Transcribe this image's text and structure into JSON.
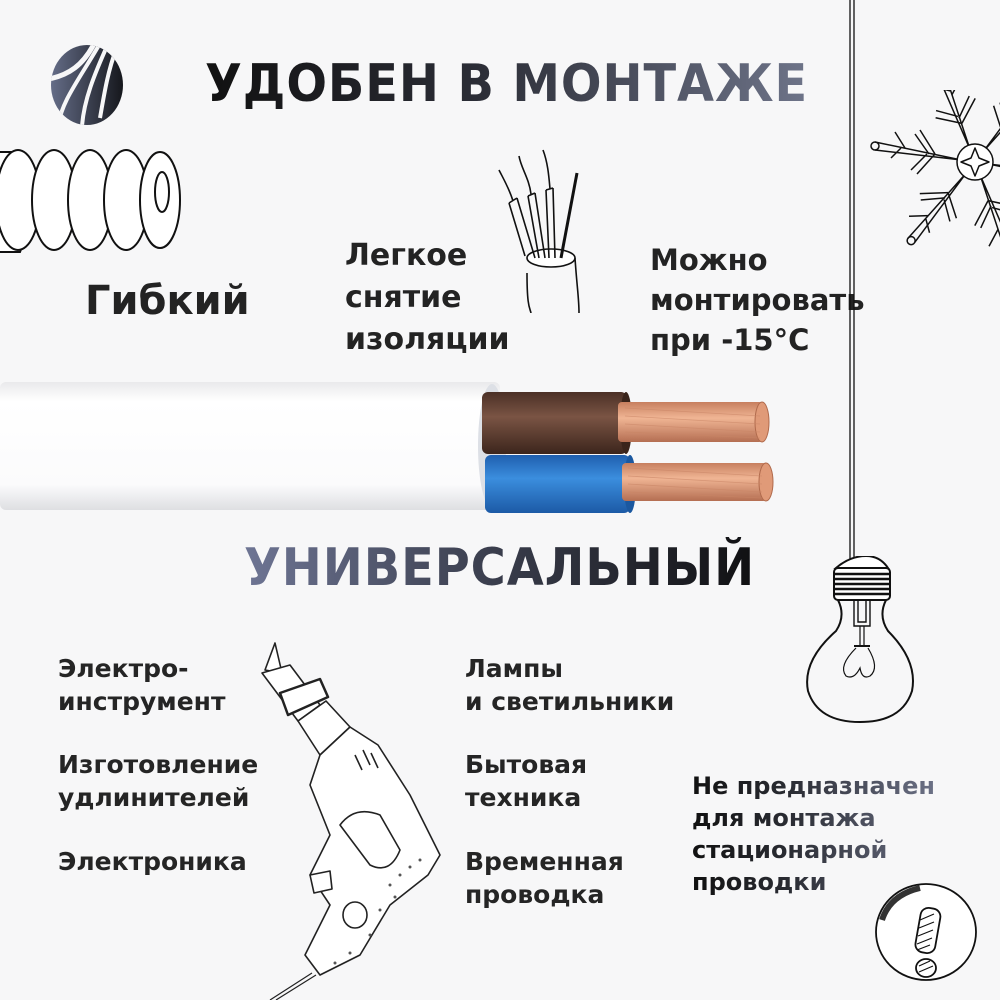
{
  "header": {
    "title": "УДОБЕН В МОНТАЖЕ"
  },
  "features": {
    "flexible": "Гибкий",
    "easy_strip": [
      "Легкое",
      "снятие",
      "изоляции"
    ],
    "cold_install": [
      "Можно",
      "монтировать",
      "при -15°C"
    ]
  },
  "section": {
    "title": "УНИВЕРСАЛЬНЫЙ"
  },
  "uses_left": [
    {
      "lines": [
        "Электро-",
        "инструмент"
      ]
    },
    {
      "lines": [
        "Изготовление",
        "удлинителей"
      ]
    },
    {
      "lines": [
        "Электроника"
      ]
    }
  ],
  "uses_right": [
    {
      "lines": [
        "Лампы",
        "и светильники"
      ]
    },
    {
      "lines": [
        "Бытовая",
        "техника"
      ]
    },
    {
      "lines": [
        "Временная",
        "проводка"
      ]
    }
  ],
  "warning": {
    "lines": [
      "Не предназначен",
      "для монтажа",
      "стационарной",
      "проводки"
    ]
  },
  "icons": {
    "logo": "brand-logo-icon",
    "spring": "spring-icon",
    "stripped_wire": "stripped-wire-icon",
    "snowflake": "snowflake-icon",
    "cable": "two-core-cable-image",
    "bulb": "light-bulb-icon",
    "drill": "electric-drill-icon",
    "exclamation": "exclamation-circle-icon"
  },
  "colors": {
    "background": "#f7f7f8",
    "text_dark": "#232323",
    "gradient_grey": "#6e7489",
    "wire_brown": "#6f4a3a",
    "wire_blue": "#2f7fcf",
    "copper": "#e3a07f",
    "sheath_white": "#ffffff"
  }
}
